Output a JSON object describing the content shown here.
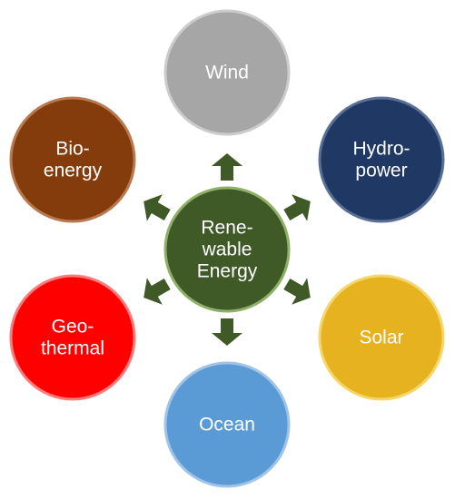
{
  "diagram": {
    "center": {
      "lines": [
        "Rene-",
        "wable",
        "Energy"
      ],
      "fill": "#3f5a26",
      "stroke": "#8eb067"
    },
    "arrow_color": "#3f5a26",
    "nodes": [
      {
        "id": "wind",
        "lines": [
          "Wind"
        ],
        "fill": "#a6a6a6",
        "stroke": "#cccccc"
      },
      {
        "id": "hydropower",
        "lines": [
          "Hydro-",
          "power"
        ],
        "fill": "#1f3864",
        "stroke": "#5a6f96"
      },
      {
        "id": "solar",
        "lines": [
          "Solar"
        ],
        "fill": "#e6b21f",
        "stroke": "#f5d66a"
      },
      {
        "id": "ocean",
        "lines": [
          "Ocean"
        ],
        "fill": "#5b9bd5",
        "stroke": "#a0c4e8"
      },
      {
        "id": "geothermal",
        "lines": [
          "Geo-",
          "thermal"
        ],
        "fill": "#ff0000",
        "stroke": "#ff7a7a"
      },
      {
        "id": "bioenergy",
        "lines": [
          "Bio-",
          "energy"
        ],
        "fill": "#843c0c",
        "stroke": "#b97a52"
      }
    ]
  }
}
